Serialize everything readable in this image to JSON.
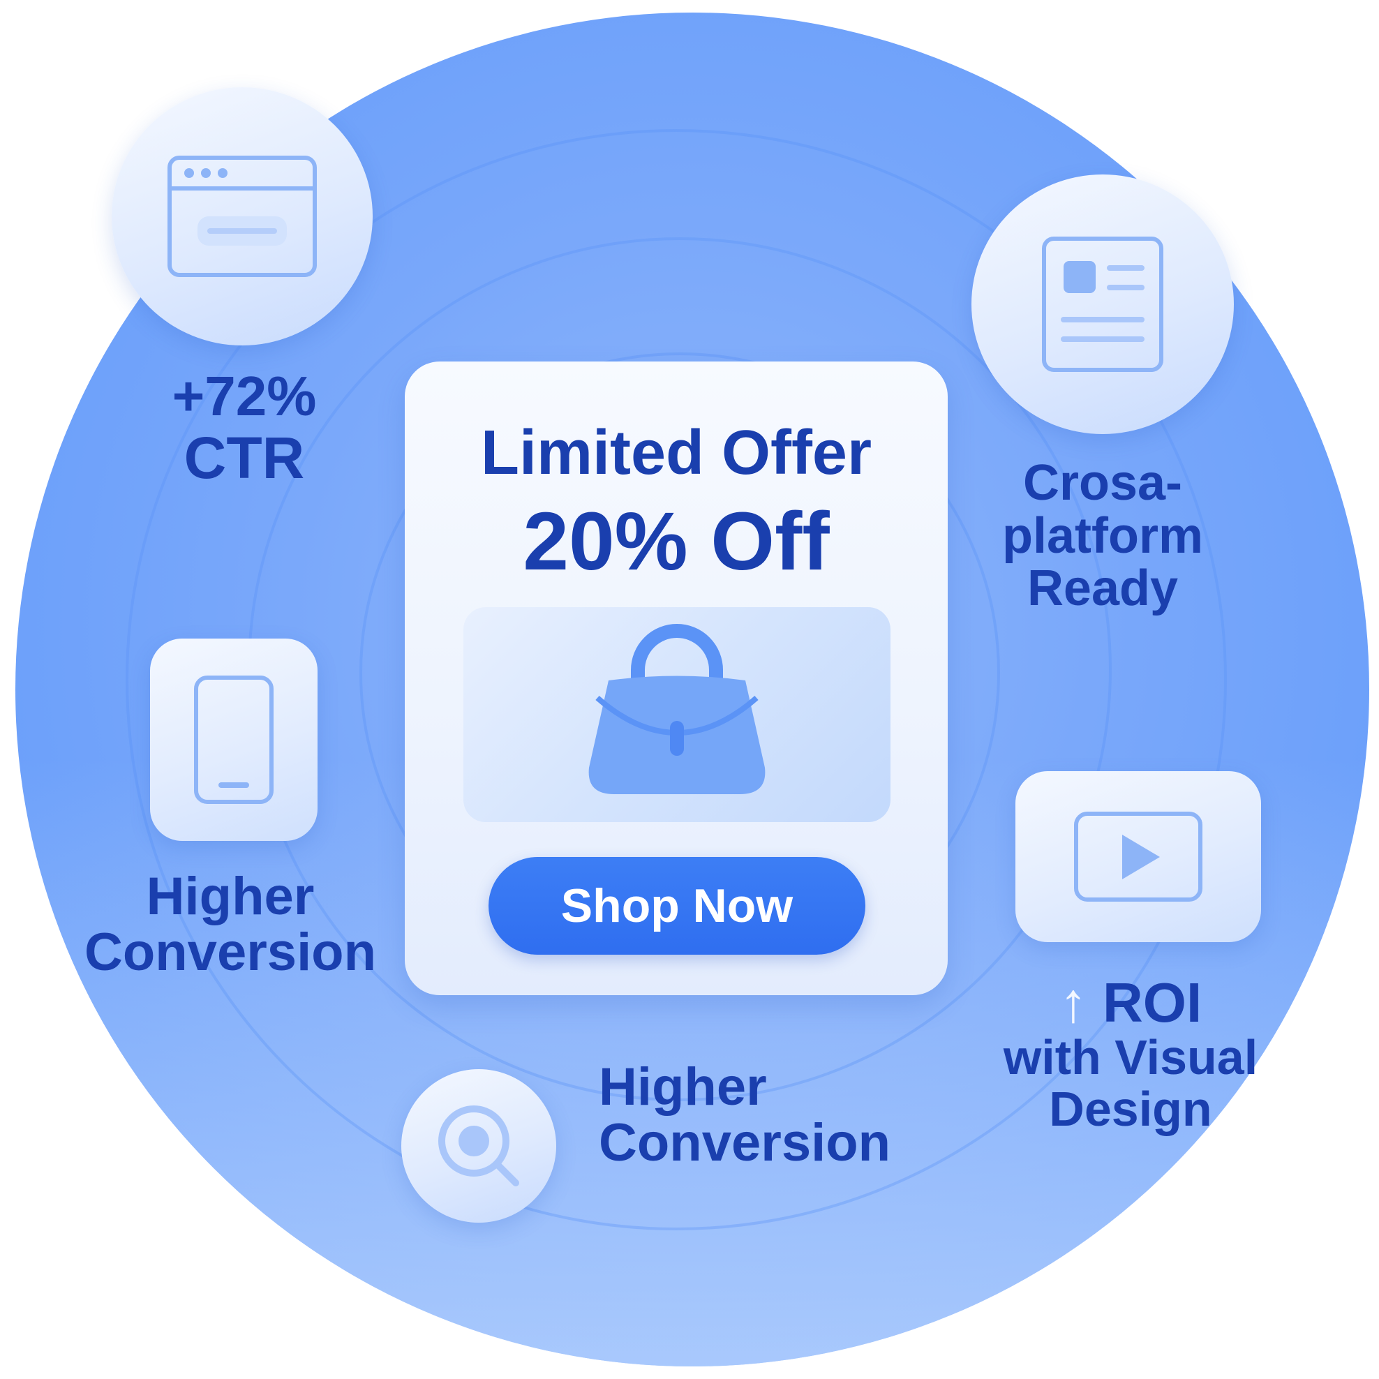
{
  "card": {
    "title": "Limited Offer",
    "discount": "20% Off",
    "button_label": "Shop Now"
  },
  "features": {
    "ctr": {
      "value": "+72%",
      "label": "CTR",
      "icon": "browser-window-icon"
    },
    "cross_platform": {
      "lines": [
        "Crosa-",
        "platform",
        "Ready"
      ],
      "icon": "document-layout-icon"
    },
    "conversion_left": {
      "lines": [
        "Higher",
        "Conversion"
      ],
      "icon": "smartphone-icon"
    },
    "roi": {
      "arrow": "↑",
      "title": "ROI",
      "lines": [
        "with Visual",
        "Design"
      ],
      "icon": "video-play-icon"
    },
    "conversion_bottom": {
      "lines": [
        "Higher",
        "Conversion"
      ],
      "icon": "search-icon"
    }
  },
  "colors": {
    "primary_text": "#1a3fae",
    "button": "#2f6ef0",
    "background": "#6ca0fa",
    "icon_stroke": "#8db4f7"
  }
}
